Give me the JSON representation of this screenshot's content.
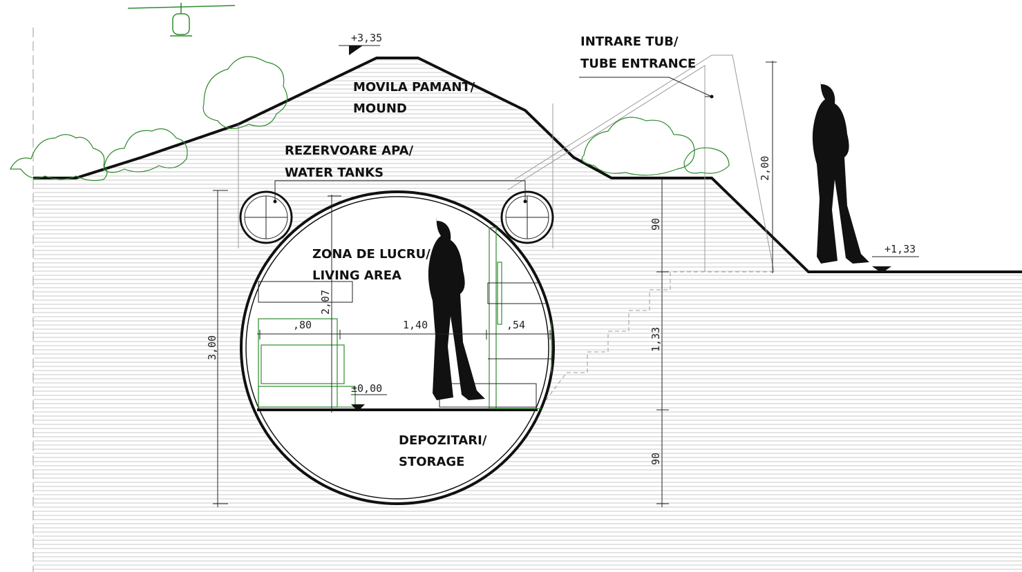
{
  "labels": {
    "mound": [
      "MOVILA PAMANT/",
      "MOUND"
    ],
    "water_tanks": [
      "REZERVOARE APA/",
      "WATER TANKS"
    ],
    "tube_entrance": [
      "INTRARE TUB/",
      "TUBE ENTRANCE"
    ],
    "living_area": [
      "ZONA DE LUCRU/",
      "LIVING AREA"
    ],
    "storage": [
      "DEPOZITARI/",
      "STORAGE"
    ]
  },
  "levels": {
    "top": "+3,35",
    "outside": "+1,33",
    "floor": "±0,00"
  },
  "dimensions": {
    "total_height": "3,00",
    "interior_height": "2,07",
    "entrance_height": "2,00",
    "upper_segment": "90",
    "middle_segment": "1,33",
    "lower_segment": "90",
    "width_left": ",80",
    "width_middle": "1,40",
    "width_right": ",54"
  },
  "colors": {
    "line": "#111111",
    "hatch": "#c8c8c8",
    "vegetation": "#2e8b2e"
  },
  "icons": [
    "helicopter-icon",
    "person-silhouette-icon",
    "tree-icon",
    "water-tank-icon",
    "level-marker-icon"
  ]
}
